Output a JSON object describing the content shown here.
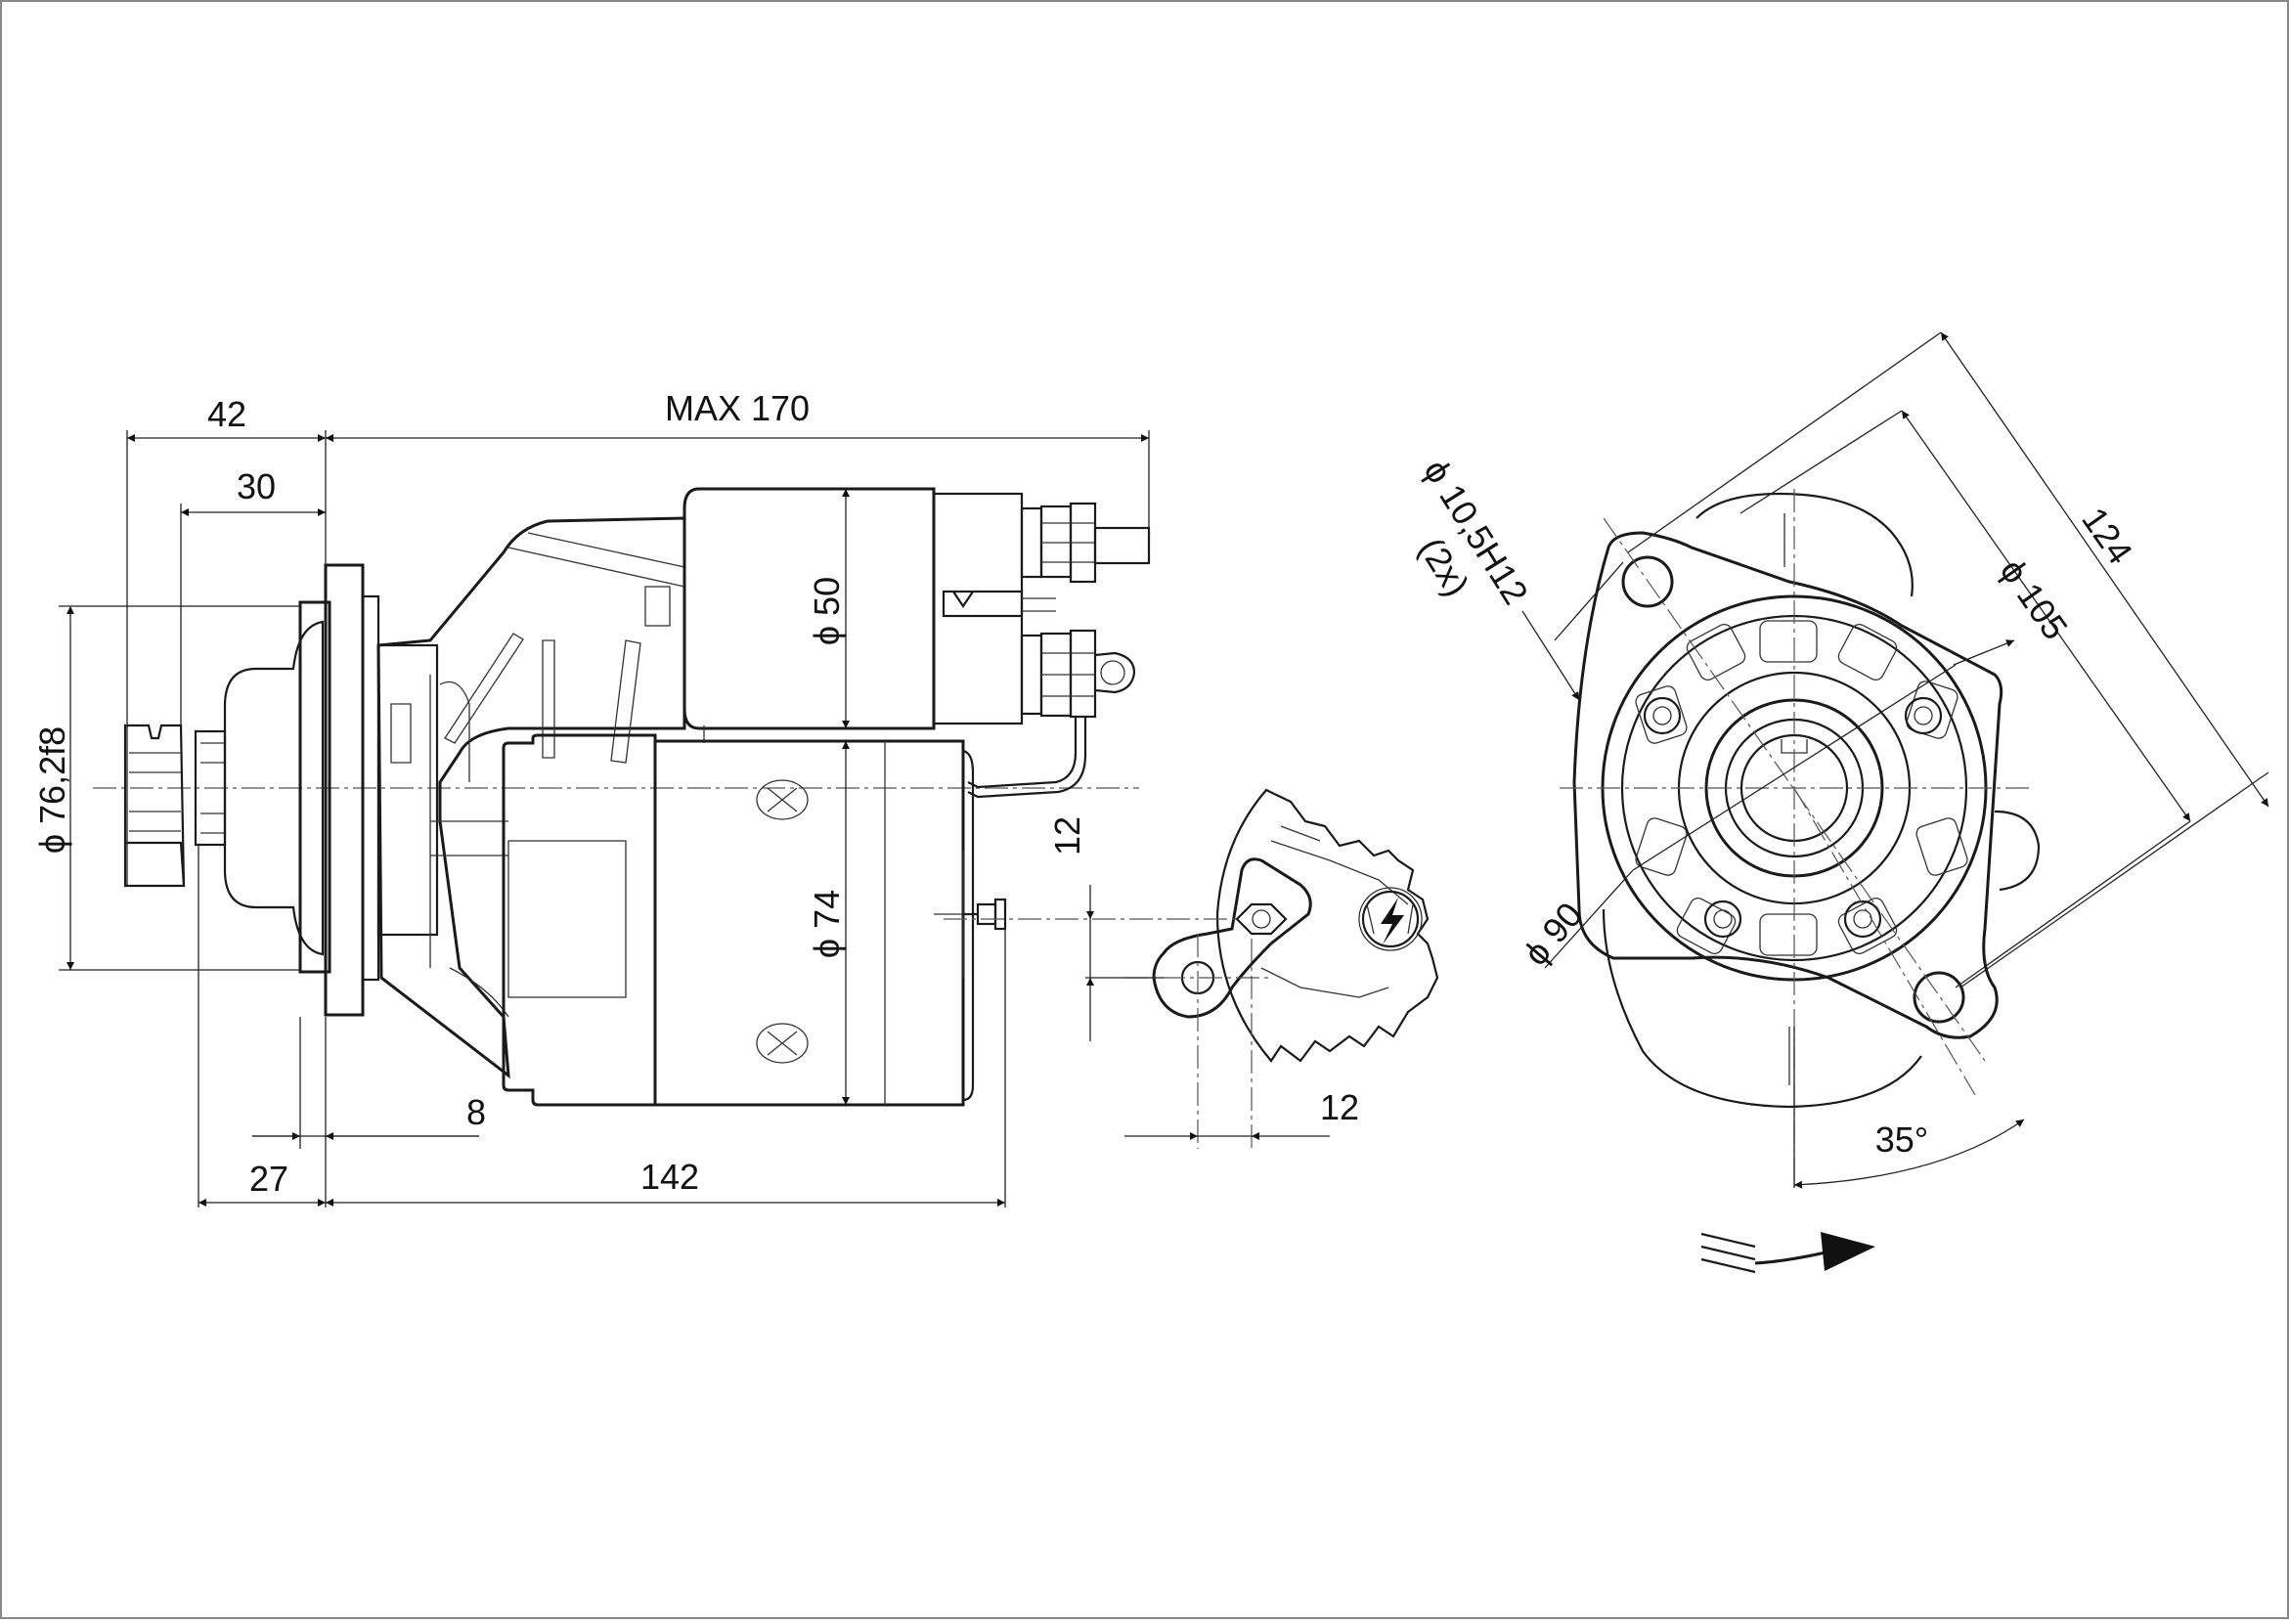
{
  "drawing": {
    "dimensions": {
      "d42": "42",
      "d30": "30",
      "max170": "MAX 170",
      "dia50": "ϕ 50",
      "dia76": "ϕ 76,2f8",
      "dia74": "ϕ 74",
      "d12v": "12",
      "d8": "8",
      "d27": "27",
      "d142": "142",
      "d12h": "12",
      "dia_hole": "ϕ 10,5H12",
      "hole_qty": "(2x)",
      "dia105": "ϕ 105",
      "d124": "124",
      "dia90": "ϕ 90",
      "angle35": "35°"
    },
    "icons": {
      "rotation": "rotation-direction-arrow-icon",
      "lightning": "lightning-bolt-icon"
    }
  }
}
